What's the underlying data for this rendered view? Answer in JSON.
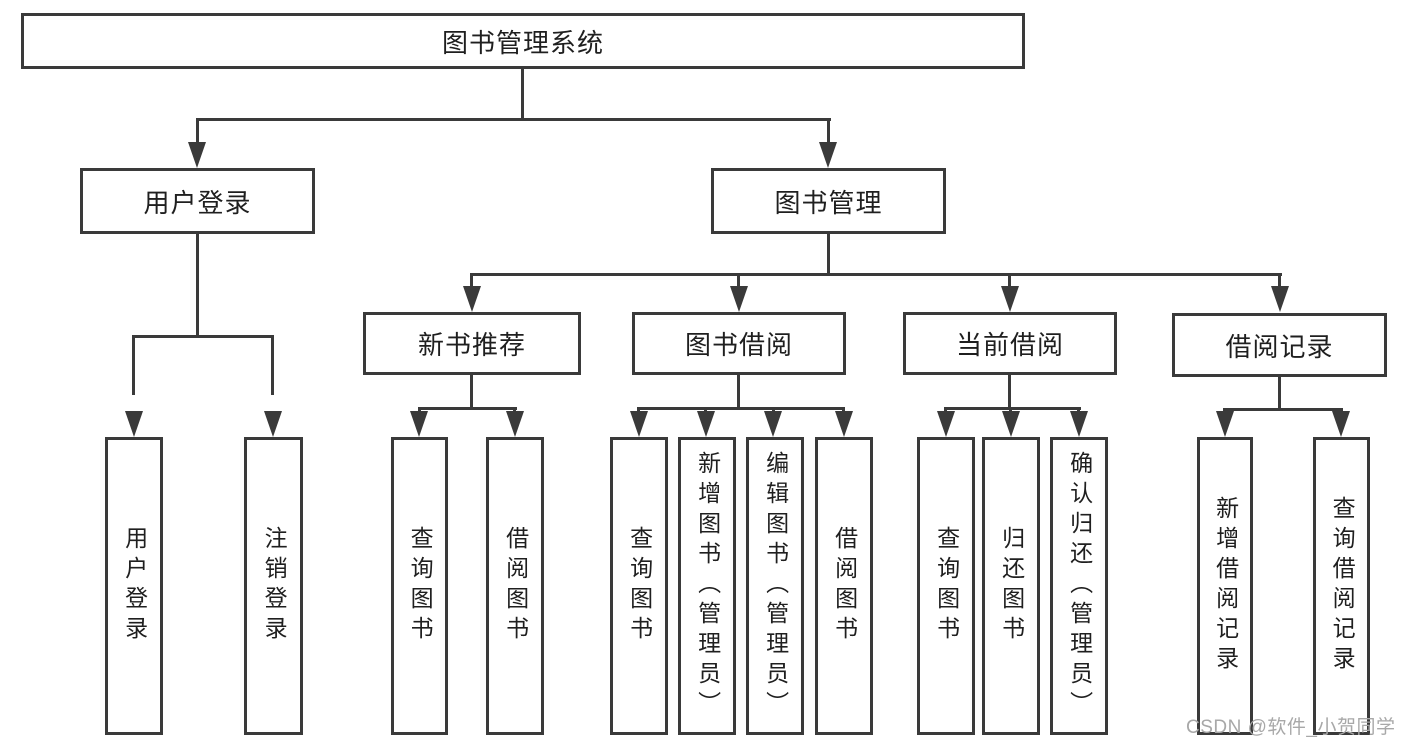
{
  "diagram_type": "hierarchy-tree",
  "colors": {
    "background": "#ffffff",
    "line": "#3a3a3a",
    "box_border": "#3a3a3a",
    "box_fill": "#ffffff",
    "text": "#1f1f1f",
    "watermark": "#a8a8a8"
  },
  "watermark": {
    "text": "CSDN @软件_小贺同学"
  },
  "tree": {
    "label": "图书管理系统",
    "children": [
      {
        "label": "用户登录",
        "children": [
          {
            "label": "用户登录"
          },
          {
            "label": "注销登录"
          }
        ]
      },
      {
        "label": "图书管理",
        "children": [
          {
            "label": "新书推荐",
            "children": [
              {
                "label": "查询图书"
              },
              {
                "label": "借阅图书"
              }
            ]
          },
          {
            "label": "图书借阅",
            "children": [
              {
                "label": "查询图书"
              },
              {
                "label": "新增图书（管理员）"
              },
              {
                "label": "编辑图书（管理员）"
              },
              {
                "label": "借阅图书"
              }
            ]
          },
          {
            "label": "当前借阅",
            "children": [
              {
                "label": "查询图书"
              },
              {
                "label": "归还图书"
              },
              {
                "label": "确认归还（管理员）"
              }
            ]
          },
          {
            "label": "借阅记录",
            "children": [
              {
                "label": "新增借阅记录"
              },
              {
                "label": "查询借阅记录"
              }
            ]
          }
        ]
      }
    ]
  }
}
